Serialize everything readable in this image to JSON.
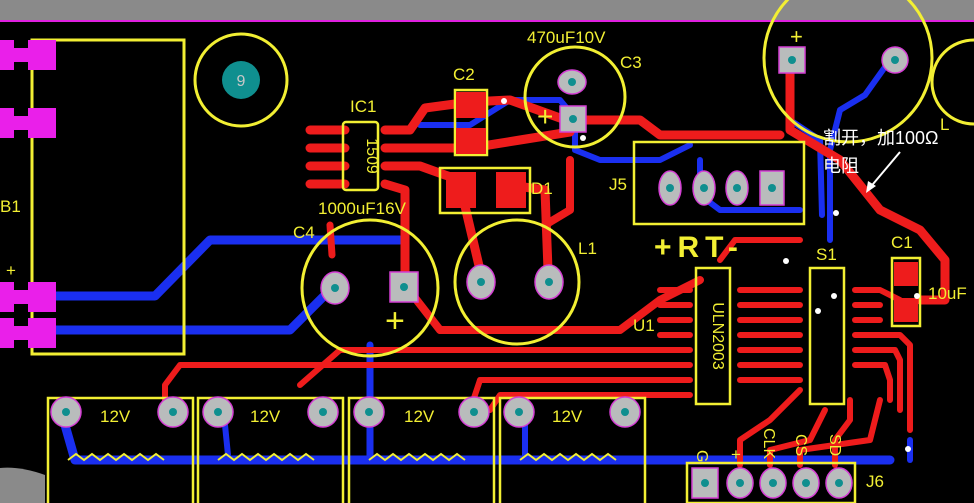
{
  "labels": {
    "b1": "B1",
    "b1_plus": "+",
    "ic1": "IC1",
    "ic1_part": "1509",
    "c2": "C2",
    "c3_value": "470uF10V",
    "c3": "C3",
    "c3_plus": "+",
    "c4_value": "1000uF16V",
    "c4": "C4",
    "c4_plus": "+",
    "d1": "D1",
    "l1": "L1",
    "l_top": "L",
    "j5": "J5",
    "j5_pins": "+RT-",
    "s1": "S1",
    "c1": "C1",
    "c1_value": "10uF",
    "u1": "U1",
    "u1_part": "ULN2003",
    "hole_num": "9",
    "big_cap_plus": "+",
    "v1": "12V",
    "v2": "12V",
    "v3": "12V",
    "v4": "12V",
    "j6": "J6",
    "j6_g": "G",
    "j6_plus": "+",
    "j6_clk": "CLK",
    "j6_cs": "CS",
    "j6_sd": "SD"
  },
  "annotation": {
    "line1": "割开，加100Ω",
    "line2": "电阻"
  }
}
